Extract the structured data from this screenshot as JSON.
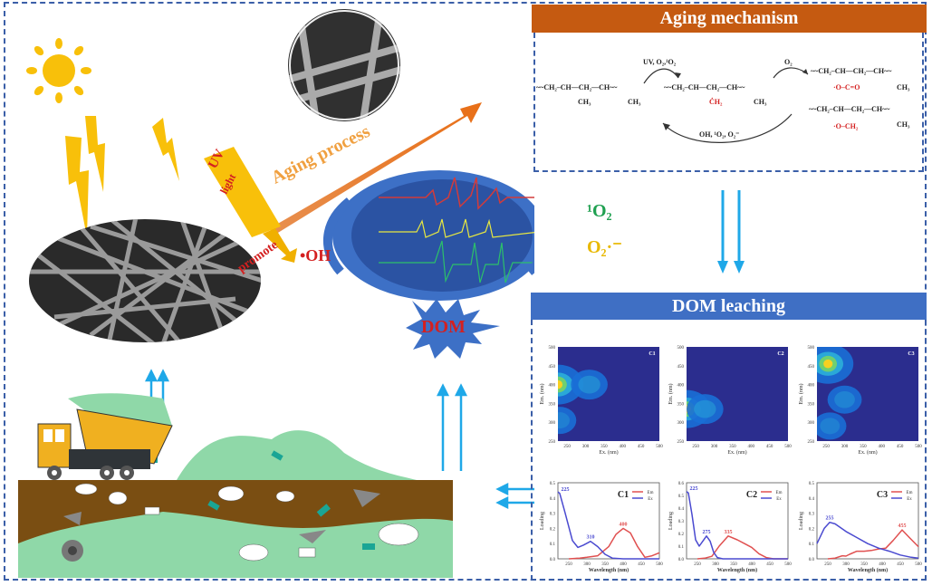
{
  "aging_panel": {
    "title": "Aging mechanism",
    "reactant": "~~CH₂–CH—CH₂—CH~~",
    "reactant_sub1": "CH₃",
    "reactant_sub2": "CH₃",
    "intermediate": "~~CH₂–CH—CH₂—CH~~",
    "intermediate_sub_red": "ĊH₂",
    "intermediate_sub2": "CH₃",
    "step1_label": "UV, O₂,¹O₂",
    "step2_label": "O₂",
    "reverse_label": "OH, ¹O₂, O₂⁻",
    "product1": "~~CH₂–CH—CH₂—CH~~",
    "product1_sub_red": "·O–C=O",
    "product1_sub2": "CH₃",
    "product2": "~~CH₂–CH—CH₂—CH~~",
    "product2_sub_red": "·O–CH₂",
    "product2_sub2": "CH₃"
  },
  "left_scene": {
    "uv_label_1": "UV",
    "uv_label_2": "light",
    "promote_label": "promote",
    "oh_label": "•OH",
    "aging_process_label": "Aging process",
    "singlet_oxygen_label": "¹O₂",
    "superoxide_label": "O₂·⁻",
    "dom_burst_label": "DOM"
  },
  "dom_panel": {
    "title": "DOM leaching"
  },
  "colors": {
    "frame": "#3b5fa8",
    "aging_header": "#c55a11",
    "dom_header": "#3f6fc4",
    "sun": "#f8c00a",
    "arrow_cyan": "#1fa8e8",
    "em_line": "#e05050",
    "ex_line": "#4a4ad0",
    "eem_bg": "#2b2d8e"
  },
  "chart_data": [
    {
      "type": "heatmap",
      "title": "C1",
      "xlabel": "Ex. (nm)",
      "ylabel": "Em. (nm)",
      "xlim": [
        225,
        500
      ],
      "ylim": [
        250,
        500
      ],
      "xticks": [
        "250",
        "300",
        "350",
        "400",
        "450",
        "500"
      ],
      "yticks": [
        "250",
        "300",
        "350",
        "400",
        "450",
        "500"
      ],
      "peaks": [
        {
          "ex": 225,
          "em": 400,
          "intensity": 1.0
        },
        {
          "ex": 310,
          "em": 400,
          "intensity": 0.45
        },
        {
          "ex": 230,
          "em": 305,
          "intensity": 0.3
        }
      ]
    },
    {
      "type": "heatmap",
      "title": "C2",
      "xlabel": "Ex. (nm)",
      "ylabel": "Em. (nm)",
      "xlim": [
        225,
        500
      ],
      "ylim": [
        250,
        500
      ],
      "xticks": [
        "250",
        "300",
        "350",
        "400",
        "450",
        "500"
      ],
      "yticks": [
        "250",
        "300",
        "350",
        "400",
        "450",
        "500"
      ],
      "peaks": [
        {
          "ex": 225,
          "em": 335,
          "intensity": 0.9
        },
        {
          "ex": 275,
          "em": 335,
          "intensity": 0.45
        }
      ]
    },
    {
      "type": "heatmap",
      "title": "C3",
      "xlabel": "Ex. (nm)",
      "ylabel": "Em. (nm)",
      "xlim": [
        225,
        500
      ],
      "ylim": [
        250,
        500
      ],
      "xticks": [
        "250",
        "300",
        "350",
        "400",
        "450",
        "500"
      ],
      "yticks": [
        "250",
        "300",
        "350",
        "400",
        "450",
        "500"
      ],
      "peaks": [
        {
          "ex": 255,
          "em": 455,
          "intensity": 1.0
        },
        {
          "ex": 300,
          "em": 360,
          "intensity": 0.35
        },
        {
          "ex": 260,
          "em": 290,
          "intensity": 0.3
        }
      ]
    },
    {
      "type": "line",
      "title": "C1",
      "xlabel": "Wavelength (nm)",
      "ylabel": "Loading",
      "xlim": [
        220,
        500
      ],
      "ylim": [
        0,
        0.5
      ],
      "xticks": [
        "250",
        "300",
        "350",
        "400",
        "450",
        "500"
      ],
      "yticks": [
        "0.0",
        "0.1",
        "0.2",
        "0.3",
        "0.4",
        "0.5"
      ],
      "legend": "top-right",
      "series": [
        {
          "name": "Em",
          "x": [
            250,
            280,
            300,
            330,
            360,
            380,
            400,
            420,
            440,
            460,
            480,
            500
          ],
          "y": [
            0.0,
            0.005,
            0.01,
            0.02,
            0.08,
            0.16,
            0.2,
            0.17,
            0.08,
            0.01,
            0.02,
            0.04
          ]
        },
        {
          "name": "Ex",
          "x": [
            220,
            225,
            240,
            260,
            275,
            290,
            310,
            330,
            350,
            370,
            400,
            500
          ],
          "y": [
            0.44,
            0.43,
            0.3,
            0.12,
            0.075,
            0.09,
            0.115,
            0.08,
            0.03,
            0.005,
            0.0,
            0.0
          ]
        }
      ],
      "annotations": [
        {
          "series": "Ex",
          "x": 225,
          "text": "225"
        },
        {
          "series": "Ex",
          "x": 310,
          "text": "310"
        },
        {
          "series": "Em",
          "x": 400,
          "text": "400"
        }
      ]
    },
    {
      "type": "line",
      "title": "C2",
      "xlabel": "Wavelength (nm)",
      "ylabel": "Loading",
      "xlim": [
        220,
        500
      ],
      "ylim": [
        0,
        0.6
      ],
      "xticks": [
        "250",
        "300",
        "350",
        "400",
        "450",
        "500"
      ],
      "yticks": [
        "0.0",
        "0.1",
        "0.2",
        "0.3",
        "0.4",
        "0.5",
        "0.6"
      ],
      "legend": "top-right",
      "series": [
        {
          "name": "Em",
          "x": [
            250,
            270,
            290,
            310,
            335,
            360,
            380,
            400,
            420,
            440,
            460,
            500
          ],
          "y": [
            0.0,
            0.005,
            0.02,
            0.1,
            0.18,
            0.15,
            0.12,
            0.09,
            0.04,
            0.01,
            0.0,
            0.0
          ]
        },
        {
          "name": "Ex",
          "x": [
            220,
            225,
            235,
            245,
            255,
            265,
            275,
            285,
            295,
            305,
            320,
            500
          ],
          "y": [
            0.53,
            0.52,
            0.35,
            0.15,
            0.1,
            0.14,
            0.18,
            0.14,
            0.05,
            0.01,
            0.0,
            0.0
          ]
        }
      ],
      "annotations": [
        {
          "series": "Ex",
          "x": 225,
          "text": "225"
        },
        {
          "series": "Ex",
          "x": 275,
          "text": "275"
        },
        {
          "series": "Em",
          "x": 335,
          "text": "335"
        }
      ]
    },
    {
      "type": "line",
      "title": "C3",
      "xlabel": "Wavelength (nm)",
      "ylabel": "Loading",
      "xlim": [
        220,
        500
      ],
      "ylim": [
        0,
        0.5
      ],
      "xticks": [
        "250",
        "300",
        "350",
        "400",
        "450",
        "500"
      ],
      "yticks": [
        "0.0",
        "0.1",
        "0.2",
        "0.3",
        "0.4",
        "0.5"
      ],
      "legend": "top-right",
      "series": [
        {
          "name": "Em",
          "x": [
            250,
            270,
            290,
            300,
            310,
            330,
            350,
            370,
            390,
            410,
            430,
            455,
            475,
            500
          ],
          "y": [
            0.0,
            0.005,
            0.02,
            0.018,
            0.03,
            0.05,
            0.05,
            0.055,
            0.065,
            0.07,
            0.12,
            0.19,
            0.14,
            0.08
          ]
        },
        {
          "name": "Ex",
          "x": [
            220,
            240,
            255,
            270,
            300,
            330,
            360,
            390,
            420,
            450,
            480,
            500
          ],
          "y": [
            0.1,
            0.2,
            0.24,
            0.23,
            0.18,
            0.14,
            0.1,
            0.07,
            0.05,
            0.025,
            0.01,
            0.005
          ]
        }
      ],
      "annotations": [
        {
          "series": "Ex",
          "x": 255,
          "text": "255"
        },
        {
          "series": "Em",
          "x": 455,
          "text": "455"
        }
      ]
    }
  ]
}
